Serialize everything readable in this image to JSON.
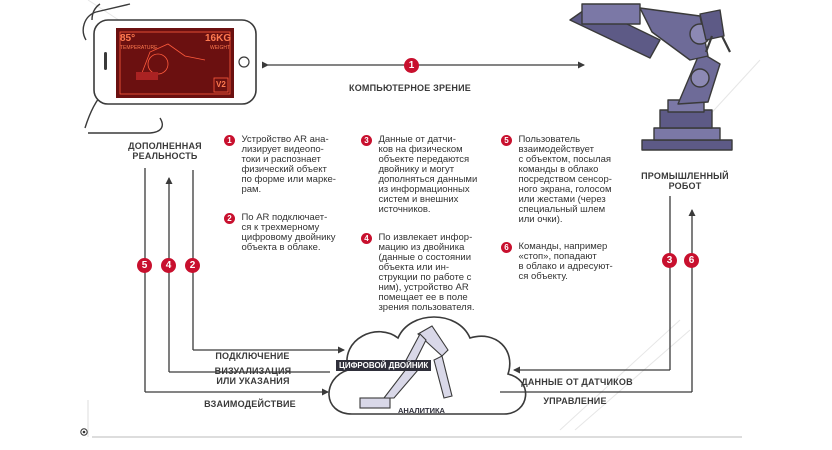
{
  "labels": {
    "computer_vision": "КОМПЬЮТЕРНОЕ ЗРЕНИЕ",
    "ar_line1": "ДОПОЛНЕННАЯ",
    "ar_line2": "РЕАЛЬНОСТЬ",
    "robot_line1": "ПРОМЫШЛЕННЫЙ",
    "robot_line2": "РОБОТ",
    "connection": "ПОДКЛЮЧЕНИЕ",
    "visualization_line1": "ВИЗУАЛИЗАЦИЯ",
    "visualization_line2": "ИЛИ УКАЗАНИЯ",
    "interaction": "ВЗАИМОДЕЙСТВИЕ",
    "sensor_data": "ДАННЫЕ ОТ ДАТЧИКОВ",
    "control": "УПРАВЛЕНИЕ",
    "digital_twin": "ЦИФРОВОЙ ДВОЙНИК",
    "analytics": "АНАЛИТИКА"
  },
  "phone": {
    "temp_value": "85°",
    "temp_label": "TEMPERATURE",
    "weight_value": "16KG",
    "weight_label": "WEIGHT",
    "tag": "V2"
  },
  "steps": [
    {
      "num": "1",
      "lines": [
        "Устройство AR ана-",
        "лизирует видеопо-",
        "токи и распознает",
        "физический объект",
        "по форме или марке-",
        "рам."
      ]
    },
    {
      "num": "2",
      "lines": [
        "По AR подключает-",
        "ся к трехмерному",
        "цифровому двойнику",
        "объекта в облаке."
      ]
    },
    {
      "num": "3",
      "lines": [
        "Данные от датчи-",
        "ков на физическом",
        "объекте передаются",
        "двойнику и могут",
        "дополняться данными",
        "из информационных",
        "систем и внешних",
        "источников."
      ]
    },
    {
      "num": "4",
      "lines": [
        "По извлекает инфор-",
        "мацию из двойника",
        "(данные о состоянии",
        "объекта или ин-",
        "струкции по работе с",
        "ним), устройство AR",
        "помещает ее в поле",
        "зрения пользователя."
      ]
    },
    {
      "num": "5",
      "lines": [
        "Пользователь",
        "взаимодействует",
        "с объектом, посылая",
        "команды в облако",
        "посредством сенсор-",
        "ного экрана, голосом",
        "или жестами (через",
        "специальный шлем",
        "или очки)."
      ]
    },
    {
      "num": "6",
      "lines": [
        "Команды, например",
        "«стоп», попадают",
        "в облако и адресуют-",
        "ся объекту."
      ]
    }
  ],
  "flow_badges": {
    "top": "1",
    "left_a": "5",
    "left_b": "4",
    "left_c": "2",
    "right_a": "3",
    "right_b": "6"
  },
  "colors": {
    "accent_red": "#c8102e",
    "robot_purple": "#5d5a86",
    "arrow_gray": "#3a3a3a"
  }
}
